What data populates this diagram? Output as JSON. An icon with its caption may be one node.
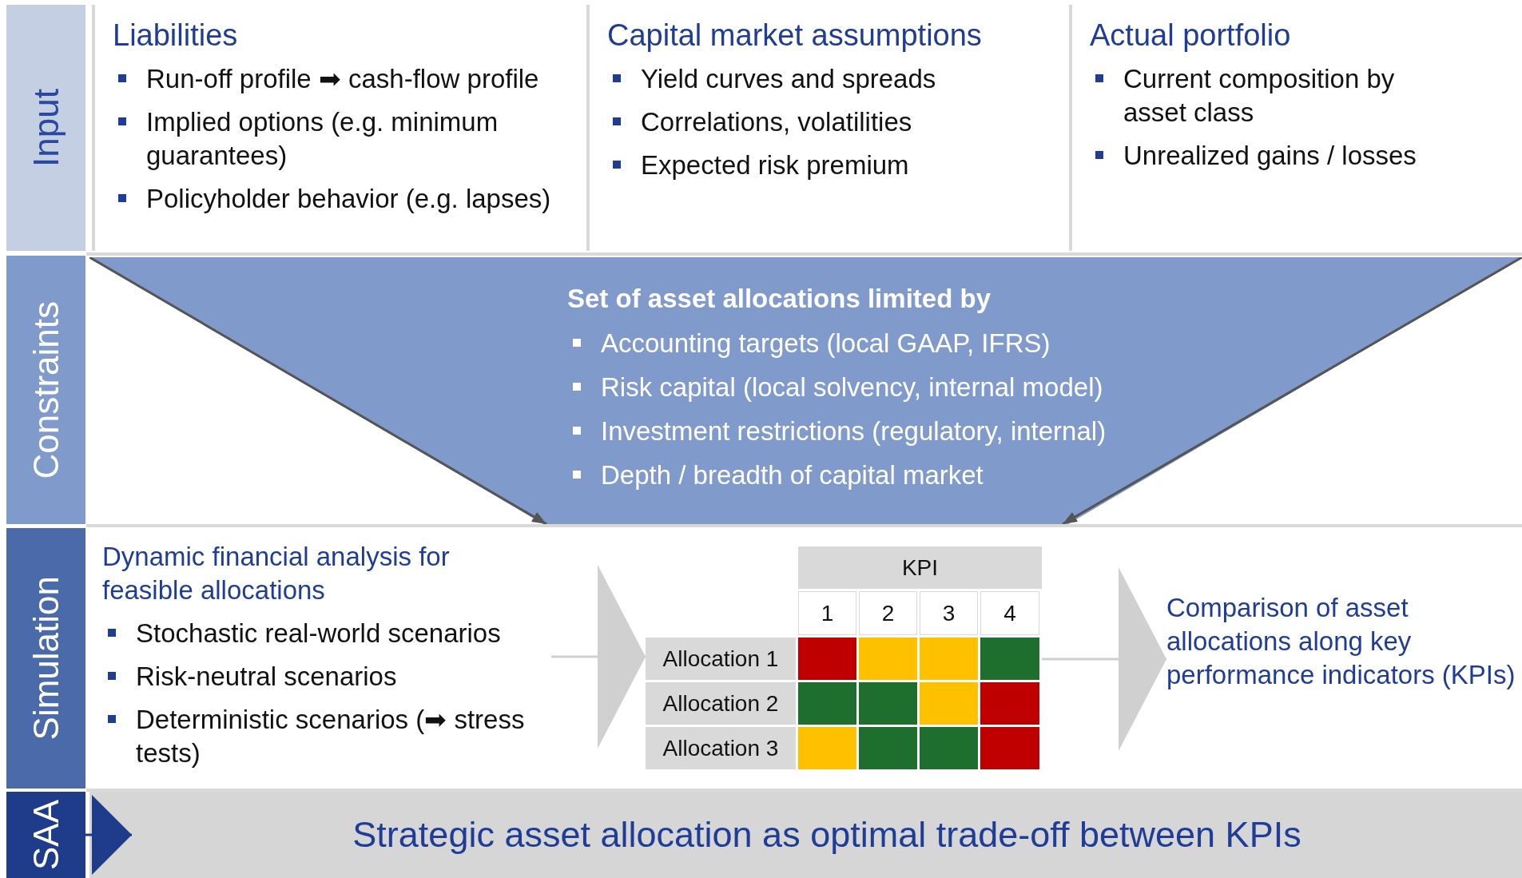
{
  "diagram": {
    "nodes": [
      {
        "text": [
          "Input"
        ]
      },
      {
        "text": [
          "Liabilities",
          "Run-off profile ➡ cash-flow profile",
          "Implied options (e.g. minimum guarantees)",
          "Policyholder behavior (e.g. lapses)"
        ]
      },
      {
        "text": [
          "Capital market assumptions",
          "Yield curves and spreads",
          "Correlations, volatilities",
          "Expected risk premium"
        ]
      },
      {
        "text": [
          "Actual portfolio",
          "Current composition by asset class",
          "Unrealized gains / losses"
        ]
      },
      {
        "text": [
          "Constraints"
        ]
      },
      {
        "text": [
          "Set of asset allocations limited by",
          "Accounting targets (local GAAP, IFRS)",
          "Risk capital (local solvency, internal model)",
          "Investment restrictions (regulatory, internal)",
          "Depth / breadth of capital market"
        ]
      },
      {
        "text": [
          "Simulation"
        ]
      },
      {
        "text": [
          "Dynamic financial analysis for feasible allocations",
          "Stochastic real-world scenarios",
          "Risk-neutral scenarios",
          "Deterministic scenarios (➡ stress tests)"
        ]
      },
      {
        "text": [],
        "shape": "box"
      },
      {
        "text": [
          "Comparison of asset allocations along key performance indicators (KPIs)"
        ]
      },
      {
        "text": [
          "SAA"
        ]
      },
      {
        "text": [
          "Strategic asset allocation as optimal trade-off between KPIs"
        ]
      }
    ],
    "edges": [
      {
        "from": 7,
        "to": 8,
        "arrow": "to"
      },
      {
        "from": 8,
        "to": 9,
        "arrow": "to"
      },
      {
        "from": 10,
        "to": 11,
        "arrow": "to",
        "color": "#1f3c8a"
      }
    ],
    "labels": [
      "KPI",
      "1",
      "2",
      "3",
      "4",
      "Allocation 1",
      "Allocation 2",
      "Allocation 3"
    ]
  }
}
